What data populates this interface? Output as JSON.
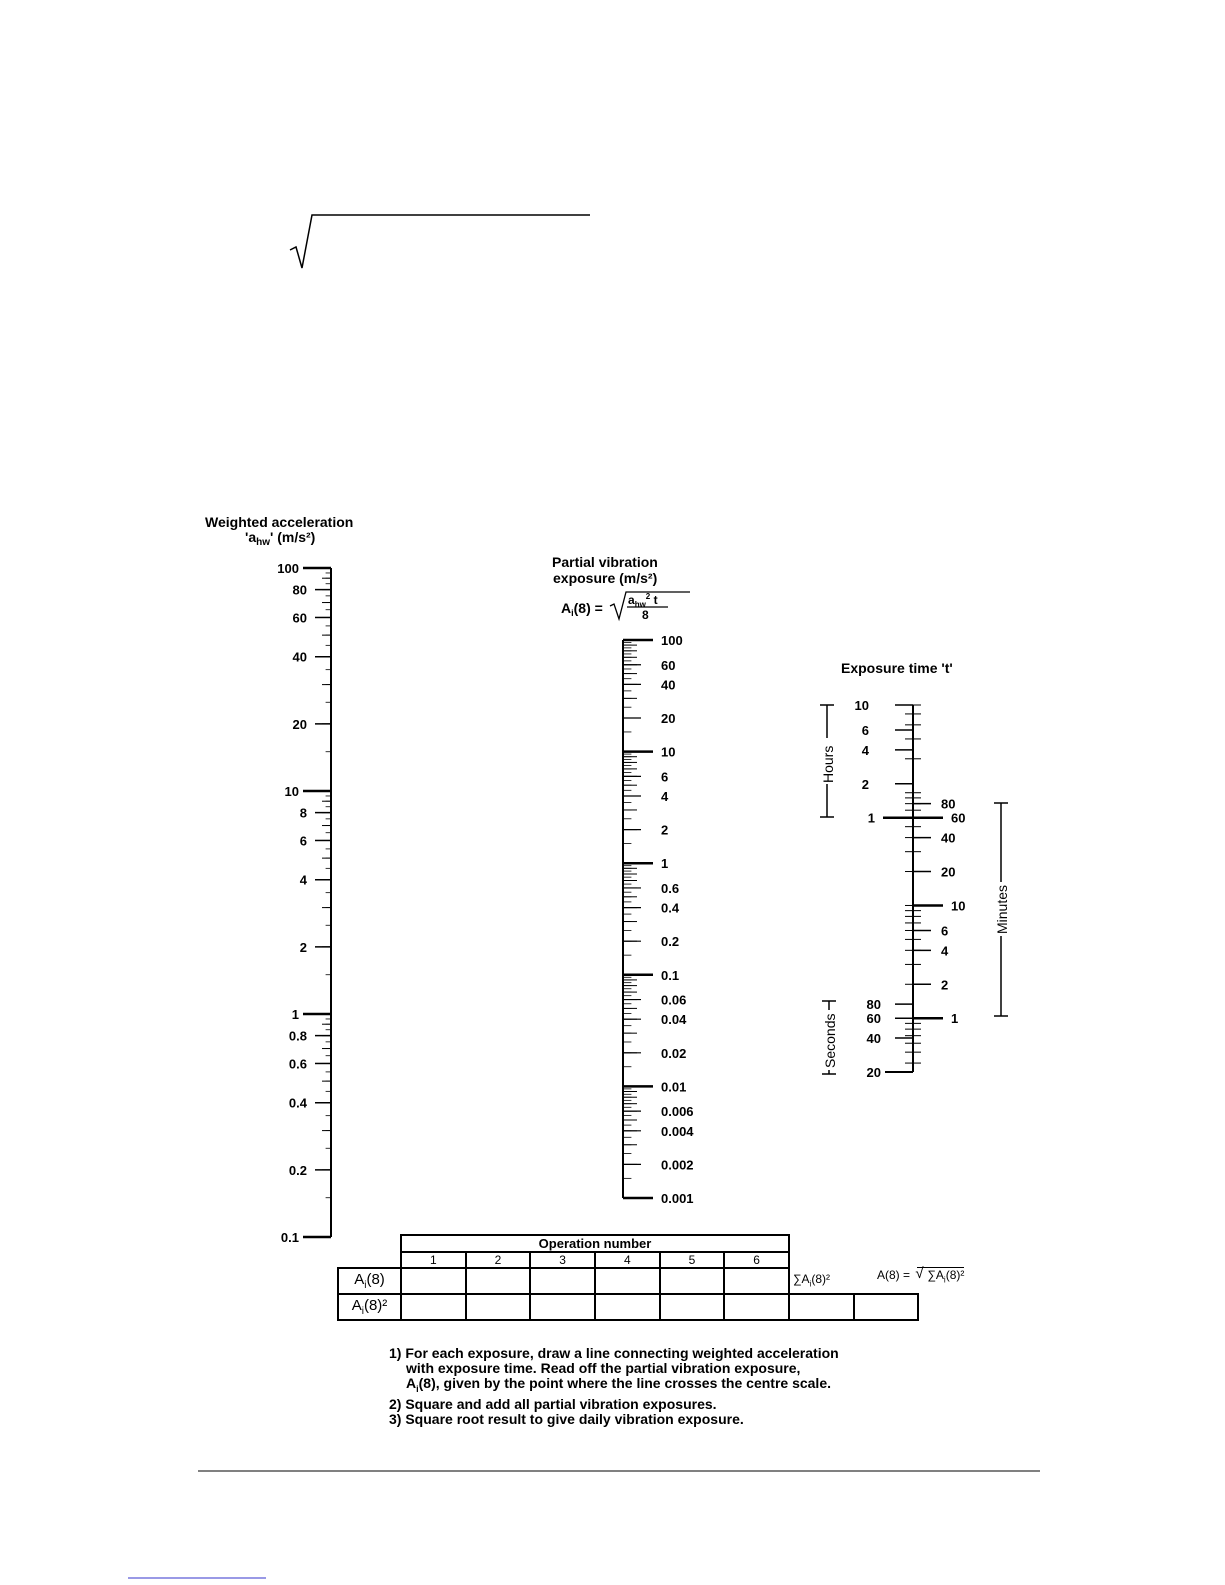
{
  "left_scale": {
    "title_line1": "Weighted acceleration",
    "title_line2": "'a",
    "title_sub": "hw",
    "title_line2_end": "' (m/s²)",
    "labels": [
      "100",
      "80",
      "60",
      "40",
      "20",
      "10",
      "8",
      "6",
      "4",
      "2",
      "1",
      "0.8",
      "0.6",
      "0.4",
      "0.2",
      "0.1"
    ],
    "values": [
      100,
      80,
      60,
      40,
      20,
      10,
      8,
      6,
      4,
      2,
      1,
      0.8,
      0.6,
      0.4,
      0.2,
      0.1
    ]
  },
  "centre_scale": {
    "title_line1": "Partial vibration",
    "title_line2": "exposure (m/s²)",
    "formula_lhs": "A",
    "formula_lhs_sub": "i",
    "formula_lhs_end": "(8) =",
    "formula_num": "a",
    "formula_num_sub": "hw",
    "formula_num_sup": "2",
    "formula_num_t": " t",
    "formula_den": "8",
    "labels": [
      "100",
      "60",
      "40",
      "20",
      "10",
      "6",
      "4",
      "2",
      "1",
      "0.6",
      "0.4",
      "0.2",
      "0.1",
      "0.06",
      "0.04",
      "0.02",
      "0.01",
      "0.006",
      "0.004",
      "0.002",
      "0.001"
    ],
    "values": [
      100,
      60,
      40,
      20,
      10,
      6,
      4,
      2,
      1,
      0.6,
      0.4,
      0.2,
      0.1,
      0.06,
      0.04,
      0.02,
      0.01,
      0.006,
      0.004,
      0.002,
      0.001
    ]
  },
  "time_scale": {
    "title": "Exposure time 't'",
    "hours_label": "Hours",
    "minutes_label": "Minutes",
    "seconds_label": "Seconds",
    "hours_ticks": [
      "10",
      "6",
      "4",
      "2",
      "1"
    ],
    "minutes_ticks": [
      "80",
      "60",
      "40",
      "20",
      "10",
      "6",
      "4",
      "2",
      "1"
    ],
    "seconds_ticks": [
      "80",
      "60",
      "40",
      "20"
    ]
  },
  "table": {
    "header": "Operation number",
    "columns": [
      "1",
      "2",
      "3",
      "4",
      "5",
      "6"
    ],
    "row1_label": "A",
    "row1_sub": "i",
    "row1_end": "(8)",
    "row2_label": "A",
    "row2_sub": "i",
    "row2_end": "(8)²",
    "sum_label": "∑A",
    "sum_sub": "i",
    "sum_end": "(8)²",
    "result_lhs": "A(8) =",
    "result_rad": "∑A",
    "result_rad_sub": "i",
    "result_rad_end": "(8)²"
  },
  "instructions": [
    "1) For each exposure, draw a line connecting weighted acceleration",
    "with exposure time. Read off the partial vibration exposure,",
    "(8), given by the point where the line crosses the centre scale.",
    "2) Square and add all partial vibration exposures.",
    "3) Square root result to give daily vibration exposure."
  ],
  "instructions_sym": "A",
  "instructions_sym_sub": "i"
}
